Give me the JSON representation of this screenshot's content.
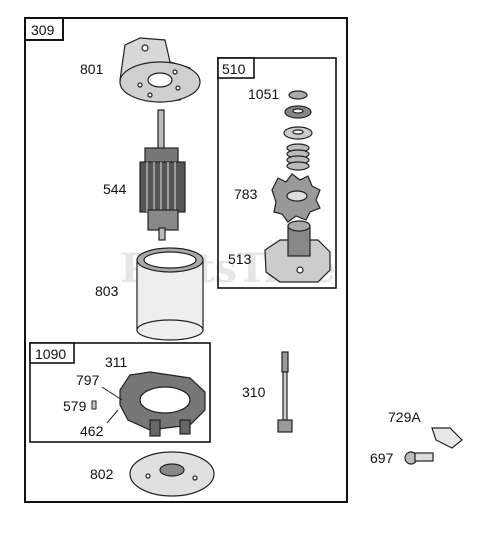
{
  "diagram": {
    "watermark": "PartsTree",
    "assembly_label": "309",
    "subassemblies": [
      {
        "label": "510"
      },
      {
        "label": "1090"
      }
    ],
    "parts": [
      {
        "number": "801"
      },
      {
        "number": "544"
      },
      {
        "number": "803"
      },
      {
        "number": "1051"
      },
      {
        "number": "783"
      },
      {
        "number": "513"
      },
      {
        "number": "311"
      },
      {
        "number": "797"
      },
      {
        "number": "579"
      },
      {
        "number": "462"
      },
      {
        "number": "310"
      },
      {
        "number": "802"
      },
      {
        "number": "729A"
      },
      {
        "number": "697"
      }
    ]
  }
}
